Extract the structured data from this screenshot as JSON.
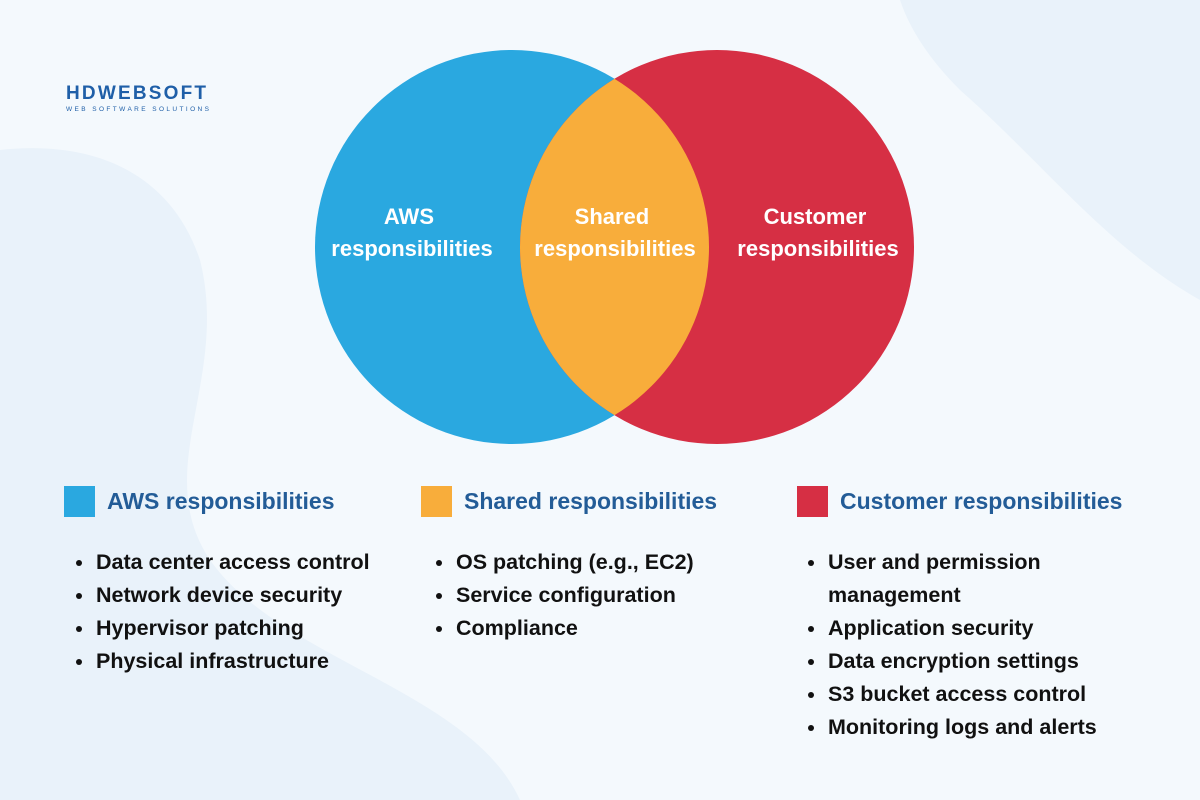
{
  "logo": {
    "name": "HDWEBSOFT",
    "tagline": "WEB SOFTWARE SOLUTIONS"
  },
  "colors": {
    "aws": "#2aa8e0",
    "shared": "#f8ad3b",
    "customer": "#d62f44",
    "heading": "#235c97",
    "background": "#f4f9fd"
  },
  "venn": {
    "aws_label": [
      "AWS",
      "responsibilities"
    ],
    "shared_label": [
      "Shared",
      "responsibilities"
    ],
    "customer_label": [
      "Customer",
      "responsibilities"
    ]
  },
  "columns": [
    {
      "title": "AWS responsibilities",
      "items": [
        "Data center access control",
        "Network device security",
        "Hypervisor patching",
        "Physical infrastructure"
      ]
    },
    {
      "title": "Shared responsibilities",
      "items": [
        "OS patching (e.g., EC2)",
        "Service configuration",
        "Compliance"
      ]
    },
    {
      "title": "Customer responsibilities",
      "items": [
        "User and permission management",
        "Application security",
        "Data encryption settings",
        "S3 bucket access control",
        "Monitoring logs and alerts"
      ]
    }
  ]
}
